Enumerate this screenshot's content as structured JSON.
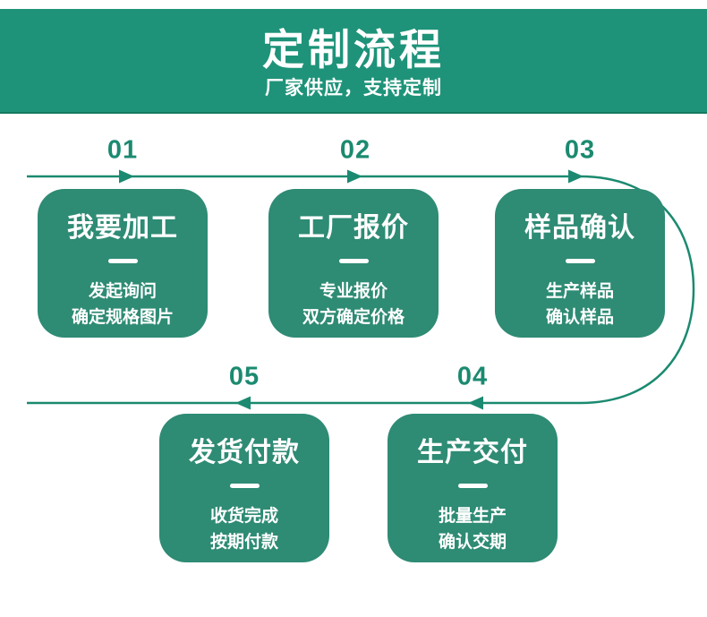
{
  "banner": {
    "title": "定制流程",
    "subtitle": "厂家供应，支持定制"
  },
  "steps": [
    {
      "number": "01",
      "title": "我要加工",
      "lines": [
        "发起询问",
        "确定规格图片"
      ]
    },
    {
      "number": "02",
      "title": "工厂报价",
      "lines": [
        "专业报价",
        "双方确定价格"
      ]
    },
    {
      "number": "03",
      "title": "样品确认",
      "lines": [
        "生产样品",
        "确认样品"
      ]
    },
    {
      "number": "04",
      "title": "生产交付",
      "lines": [
        "批量生产",
        "确认交期"
      ]
    },
    {
      "number": "05",
      "title": "发货付款",
      "lines": [
        "收货完成",
        "按期付款"
      ]
    }
  ],
  "colors": {
    "banner_green": "#1E9379",
    "banner_border_green": "#14795F",
    "card_green": "#2E8B74",
    "flow_line_green": "#1B8A70",
    "text_white": "#FFFFFF"
  }
}
